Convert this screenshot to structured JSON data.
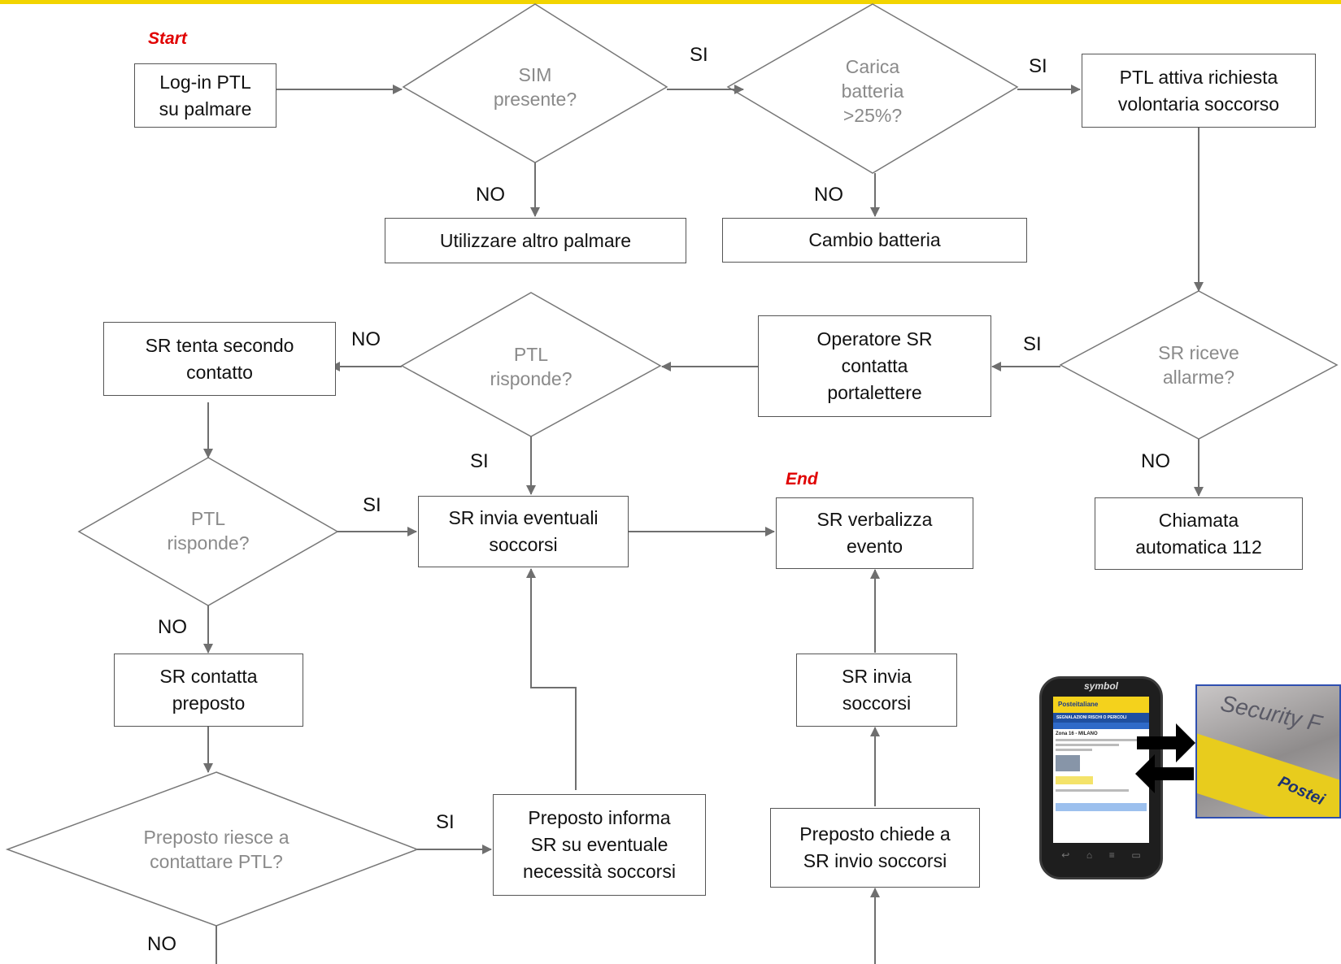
{
  "markers": {
    "start": "Start",
    "end": "End"
  },
  "boxes": {
    "login": "Log-in PTL\nsu palmare",
    "altro_palmare": "Utilizzare altro palmare",
    "cambio_batteria": "Cambio batteria",
    "ptl_attiva": "PTL attiva richiesta\nvolontaria soccorso",
    "operatore_sr": "Operatore SR\ncontatta\nportalettere",
    "sr_tenta": "SR tenta secondo\ncontatto",
    "chiamata_112": "Chiamata\nautomatica 112",
    "sr_invia_eventuali": "SR invia eventuali\nsoccorsi",
    "sr_verbalizza": "SR verbalizza\nevento",
    "sr_contatta_preposto": "SR contatta\npreposto",
    "sr_invia_soccorsi": "SR invia\nsoccorsi",
    "preposto_informa": "Preposto informa\nSR su eventuale\nnecessità soccorsi",
    "preposto_chiede": "Preposto chiede a\nSR invio soccorsi"
  },
  "decisions": {
    "sim": "SIM\npresente?",
    "batteria": "Carica\nbatteria\n>25%?",
    "sr_riceve": "SR riceve\nallarme?",
    "ptl_risponde_1": "PTL\nrisponde?",
    "ptl_risponde_2": "PTL\nrisponde?",
    "preposto_riesce": "Preposto riesce a\ncontattare PTL?"
  },
  "edge_labels": {
    "sim_si": "SI",
    "batteria_si": "SI",
    "sim_no": "NO",
    "batteria_no": "NO",
    "sr_riceve_si": "SI",
    "sr_riceve_no": "NO",
    "ptl1_no": "NO",
    "ptl1_si": "SI",
    "ptl2_si": "SI",
    "ptl2_no": "NO",
    "preposto_si": "SI",
    "preposto_no": "NO"
  },
  "device": {
    "brand": "symbol",
    "header": "Posteitaliane",
    "subheader": "SEGNALAZIONI RISCHI O PERICOLI",
    "zone": "Zona 16 - MILANO"
  },
  "photo": {
    "text_top": "Security F",
    "text_bottom": "Postei"
  },
  "colors": {
    "top_bar": "#f2d400",
    "marker": "#e00000",
    "decision_text": "#8a8a8a",
    "lines": "#6f6f6f"
  },
  "icons": {
    "swap": "swap-arrows-icon",
    "device": "handheld-device-icon"
  }
}
